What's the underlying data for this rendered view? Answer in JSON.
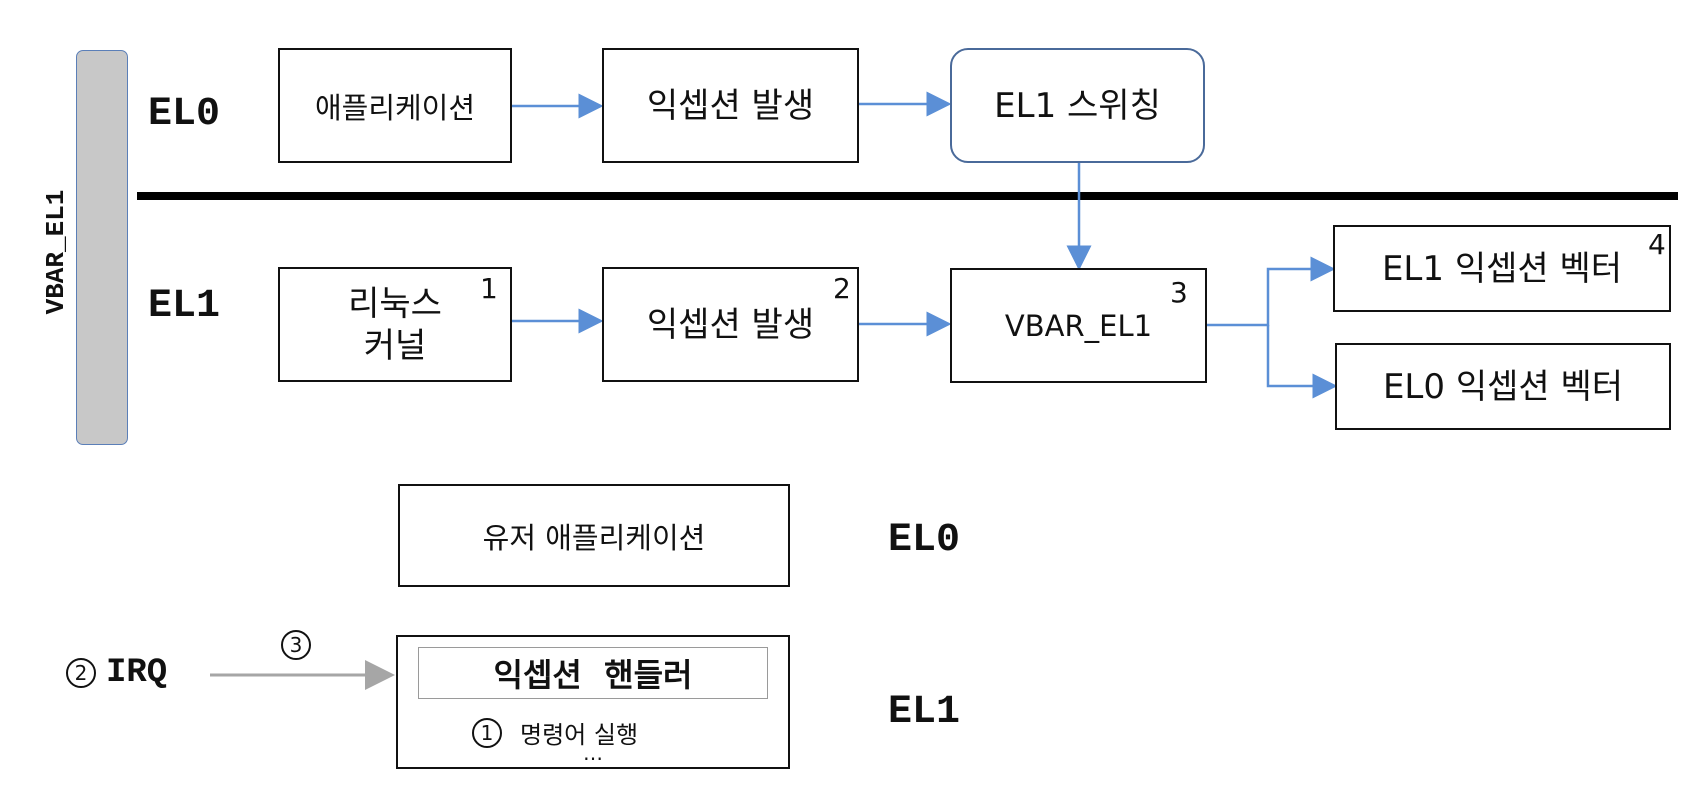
{
  "top": {
    "vbar_label": "VBAR_EL1",
    "el0_label": "EL0",
    "el1_label": "EL1",
    "el0_row": {
      "application": "애플리케이션",
      "exception_occurs": "익셉션 발생",
      "el1_switch": "EL1 스위칭"
    },
    "el1_row": {
      "linux_kernel_line1": "리눅스",
      "linux_kernel_line2": "커널",
      "linux_kernel_num": "1",
      "exception_occurs": "익셉션 발생",
      "exception_occurs_num": "2",
      "vbar_el1": "VBAR_EL1",
      "vbar_el1_num": "3",
      "el1_exception_vector": "EL1 익셉션 벡터",
      "el1_exception_vector_num": "4",
      "el0_exception_vector": "EL0 익셉션 벡터"
    }
  },
  "bottom": {
    "user_application": "유저 애플리케이션",
    "el0_label": "EL0",
    "el1_label": "EL1",
    "exception_handler": "익셉션  핸들러",
    "step1_num": "1",
    "execute_instruction": "명령어 실행",
    "ellipsis": "…",
    "step2_num": "2",
    "irq_label": "IRQ",
    "step3_num": "3"
  },
  "colors": {
    "arrow_blue": "#5b8fd6",
    "arrow_gray": "#a6a6a6",
    "bar_fill": "#c8c8c8"
  }
}
